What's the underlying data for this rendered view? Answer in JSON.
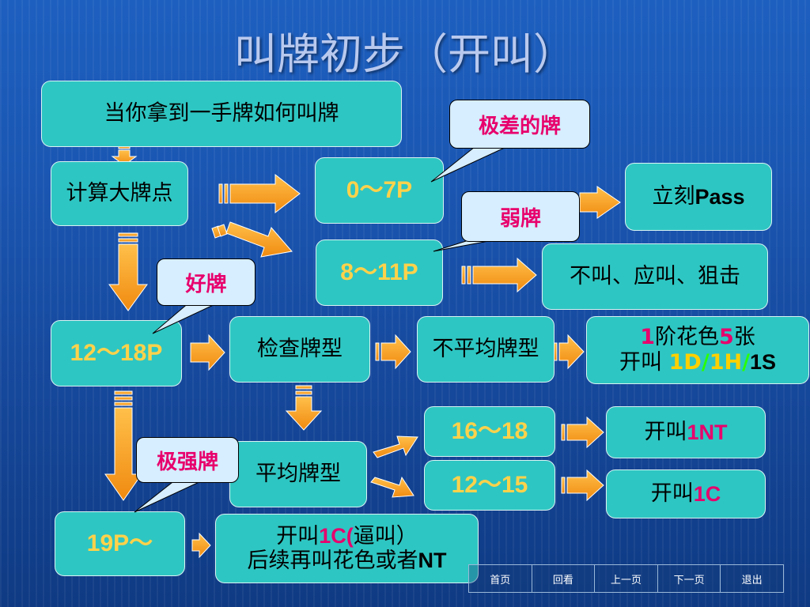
{
  "title": "叫牌初步（开叫）",
  "boxes": {
    "start": "当你拿到一手牌如何叫牌",
    "calc": "计算大牌点",
    "p0_7": "0～7P",
    "pass_a": "立刻",
    "pass_b": "Pass",
    "p8_11": "8～11P",
    "no_bid": "不叫、应叫、狙击",
    "p12_18": "12～18P",
    "check": "检查牌型",
    "unbalanced": "不平均牌型",
    "ub_n1": "1",
    "ub_t1": "阶花色",
    "ub_n2": "5",
    "ub_t2": "张",
    "ub_l2a": "开叫 ",
    "ub_l2b": "1D",
    "ub_sep1": "/",
    "ub_l2c": "1H",
    "ub_sep2": "/",
    "ub_l2d": "1S",
    "p16_18": "16～18",
    "open1nt_a": "开叫",
    "open1nt_b": "1NT",
    "balanced": "平均牌型",
    "p12_15": "12～15",
    "open1c_a": "开叫",
    "open1c_b": "1C",
    "p19": "19P～",
    "strong_a": "开叫",
    "strong_b": "1C",
    "strong_c": "(",
    "strong_d": "逼叫）",
    "strong_line2a": "后续再叫花色或者",
    "strong_line2b": "NT"
  },
  "callouts": {
    "very_weak": "极差的牌",
    "weak": "弱牌",
    "good": "好牌",
    "very_strong": "极强牌"
  },
  "nav": [
    "首页",
    "回看",
    "上一页",
    "下一页",
    "退出"
  ],
  "colors": {
    "box": "#2ec6c2",
    "arrow": "#f8a21e",
    "callout": "#d6eeff",
    "highlight_magenta": "#e8006c",
    "highlight_yellow": "#ffd000",
    "highlight_green": "#2aff00",
    "number_gold": "#ffd24a"
  }
}
